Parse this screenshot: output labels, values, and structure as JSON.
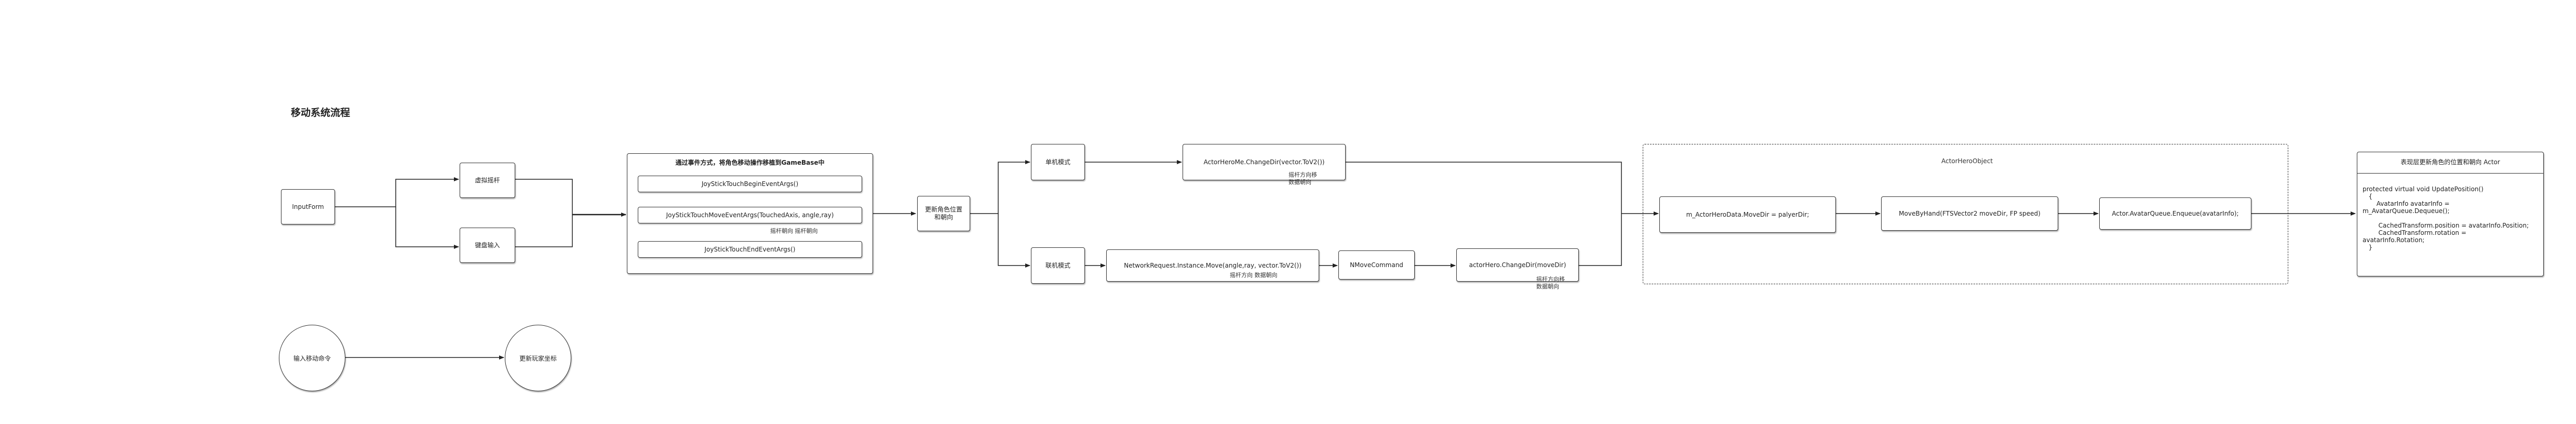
{
  "title": "移动系统流程",
  "nodes": {
    "inputform": "InputForm",
    "virtual_joystick": "虚拟摇杆",
    "keyboard_input": "键盘输入",
    "group_header": "通过事件方式，将角色移动操作移植到GameBase中",
    "event_begin": "JoyStickTouchBeginEventArgs()",
    "event_move": "JoyStickTouchMoveEventArgs(TouchedAxis, angle,ray)",
    "event_end": "JoyStickTouchEndEventArgs()",
    "update_pos": "更新角色位置\n和朝向",
    "single_mode": "单机模式",
    "online_mode": "联机模式",
    "change_dir_single": "ActorHeroMe.ChangeDir(vector.ToV2())",
    "network_request": "NetworkRequest.Instance.Move(angle,ray, vector.ToV2())",
    "nmove_command": "NMoveCommand",
    "change_dir_online": "actorHero.ChangeDir(moveDir)",
    "hero_object_label": "ActorHeroObject",
    "move_dir": "m_ActorHeroData.MoveDir = palyerDir;",
    "move_by_hand": "MoveByHand(FTSVector2 moveDir, FP speed)",
    "avatar_enqueue": "Actor.AvatarQueue.Enqueue(avatarInfo);",
    "actor_box_header": "表现层更新角色的位置和朝向 Actor",
    "actor_box_code": "protected virtual void UpdatePosition()\n   {\n       AvatarInfo avatarInfo =\nm_AvatarQueue.Dequeue();\n\n        CachedTransform.position = avatarInfo.Position;\n        CachedTransform.rotation =\navatarInfo.Rotation;\n   }",
    "input_move_cmd": "输入移动命令",
    "update_player_coord": "更新玩家坐标"
  },
  "notes": {
    "move_dir_ray": "摇杆朝向    摇杆朝向",
    "single_joystick_dir": "摇杆方向移",
    "single_data_dir": "数据朝向",
    "online_joystick_dir": "摇杆方向      数据朝向",
    "online_joystick_dir2": "摇杆方向移",
    "online_data_dir": "数据朝向"
  }
}
